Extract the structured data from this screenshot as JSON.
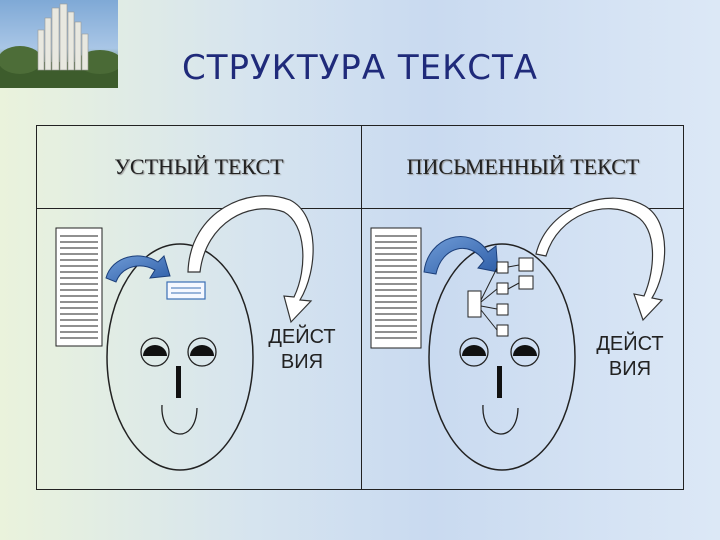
{
  "slide": {
    "title": "СТРУКТУРА ТЕКСТА"
  },
  "table": {
    "left_header": "УСТНЫЙ ТЕКСТ",
    "right_header": "ПИСЬМЕННЫЙ ТЕКСТ"
  },
  "left_panel": {
    "actions_line1": "ДЕЙСТ",
    "actions_line2": "ВИЯ"
  },
  "right_panel": {
    "actions_line1": "ДЕЙСТ",
    "actions_line2": "ВИЯ"
  },
  "colors": {
    "title": "#1f2a7a",
    "arrow_blue": "#3b6fb5",
    "line": "#222222"
  }
}
